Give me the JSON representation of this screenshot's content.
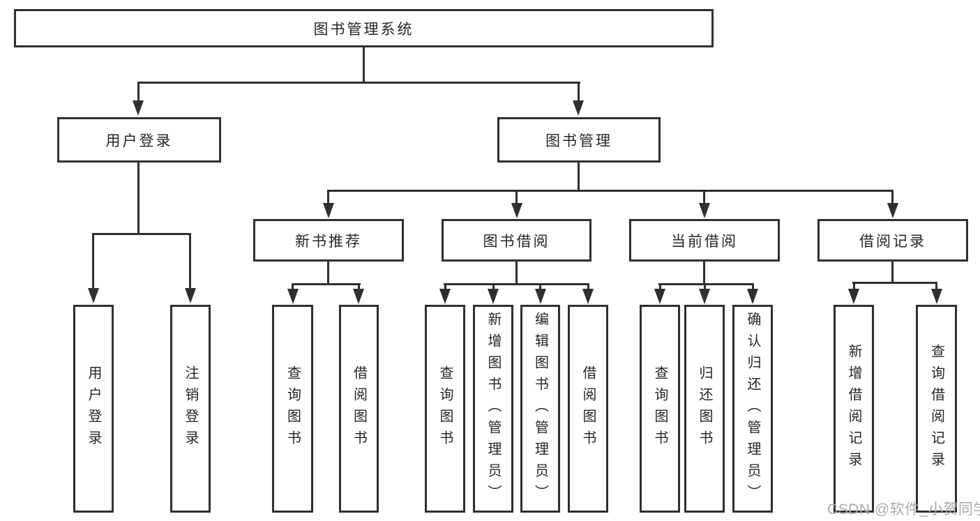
{
  "nodes": {
    "root": {
      "label": "图书管理系统"
    },
    "branches": [
      {
        "label": "用户登录"
      },
      {
        "label": "图书管理"
      }
    ],
    "sections": [
      {
        "label": "新书推荐"
      },
      {
        "label": "图书借阅"
      },
      {
        "label": "当前借阅"
      },
      {
        "label": "借阅记录"
      }
    ],
    "leaves": [
      {
        "label": "用户登录"
      },
      {
        "label": "注销登录"
      },
      {
        "label": "查询图书"
      },
      {
        "label": "借阅图书"
      },
      {
        "label": "查询图书"
      },
      {
        "label": "新增图书（管理员）"
      },
      {
        "label": "编辑图书（管理员）"
      },
      {
        "label": "借阅图书"
      },
      {
        "label": "查询图书"
      },
      {
        "label": "归还图书"
      },
      {
        "label": "确认归还（管理员）"
      },
      {
        "label": "新增借阅记录"
      },
      {
        "label": "查询借阅记录"
      }
    ]
  },
  "watermark": {
    "text": "CSDN @软件_小贺同学"
  },
  "colors": {
    "line": "#2f2f2f",
    "text": "#262626",
    "watermark": "#a9a9a9",
    "bg": "#ffffff"
  }
}
